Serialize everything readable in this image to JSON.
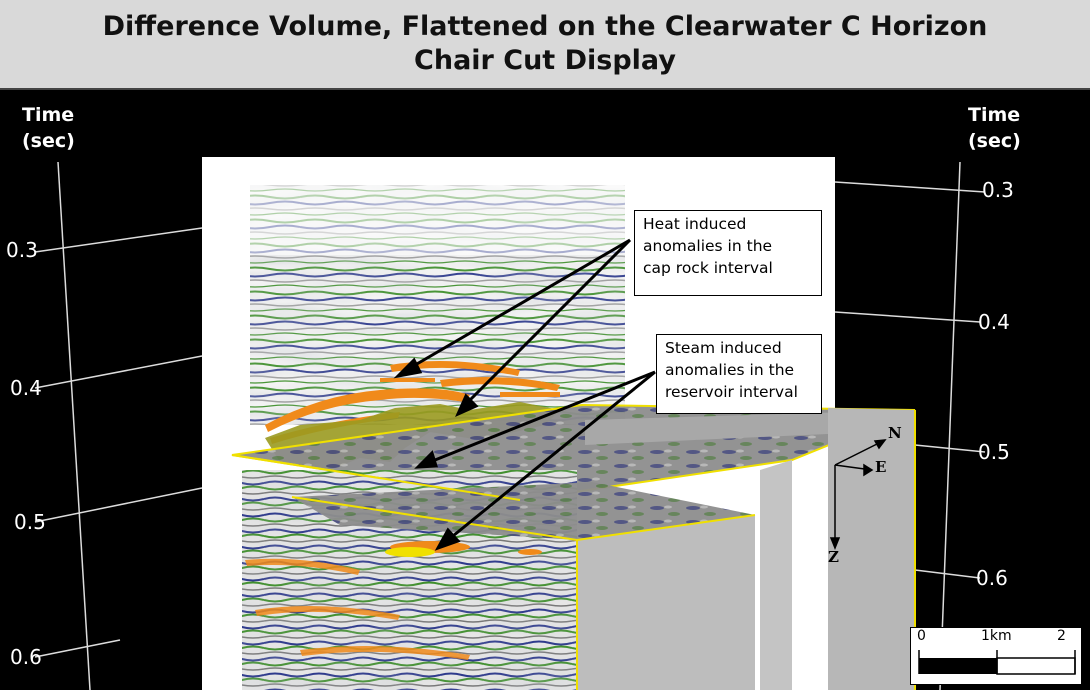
{
  "title": {
    "line1": "Difference Volume, Flattened on the Clearwater C Horizon",
    "line2": "Chair Cut Display"
  },
  "axes": {
    "left": {
      "title_line1": "Time",
      "title_line2": "(sec)",
      "ticks": [
        "0.3",
        "0.4",
        "0.5",
        "0.6"
      ]
    },
    "right": {
      "title_line1": "Time",
      "title_line2": "(sec)",
      "ticks": [
        "0.3",
        "0.4",
        "0.5",
        "0.6"
      ]
    }
  },
  "callouts": {
    "heat": {
      "line1": "Heat induced",
      "line2": "anomalies in the",
      "line3": "cap rock interval"
    },
    "steam": {
      "line1": "Steam induced",
      "line2": "anomalies in the",
      "line3": "reservoir interval"
    }
  },
  "compass": {
    "n": "N",
    "e": "E",
    "z": "Z"
  },
  "scale_bar": {
    "label_0": "0",
    "label_1": "1km",
    "label_2": "2"
  },
  "colors": {
    "title_bg": "#d9d9d9",
    "scene_bg": "#000000",
    "horizon_outline": "#f0e000",
    "anomaly_fill": "#9a9a20",
    "seismic_green": "#3f8f2c",
    "seismic_blue": "#2e3a8c",
    "seismic_orange": "#f08a1a"
  }
}
